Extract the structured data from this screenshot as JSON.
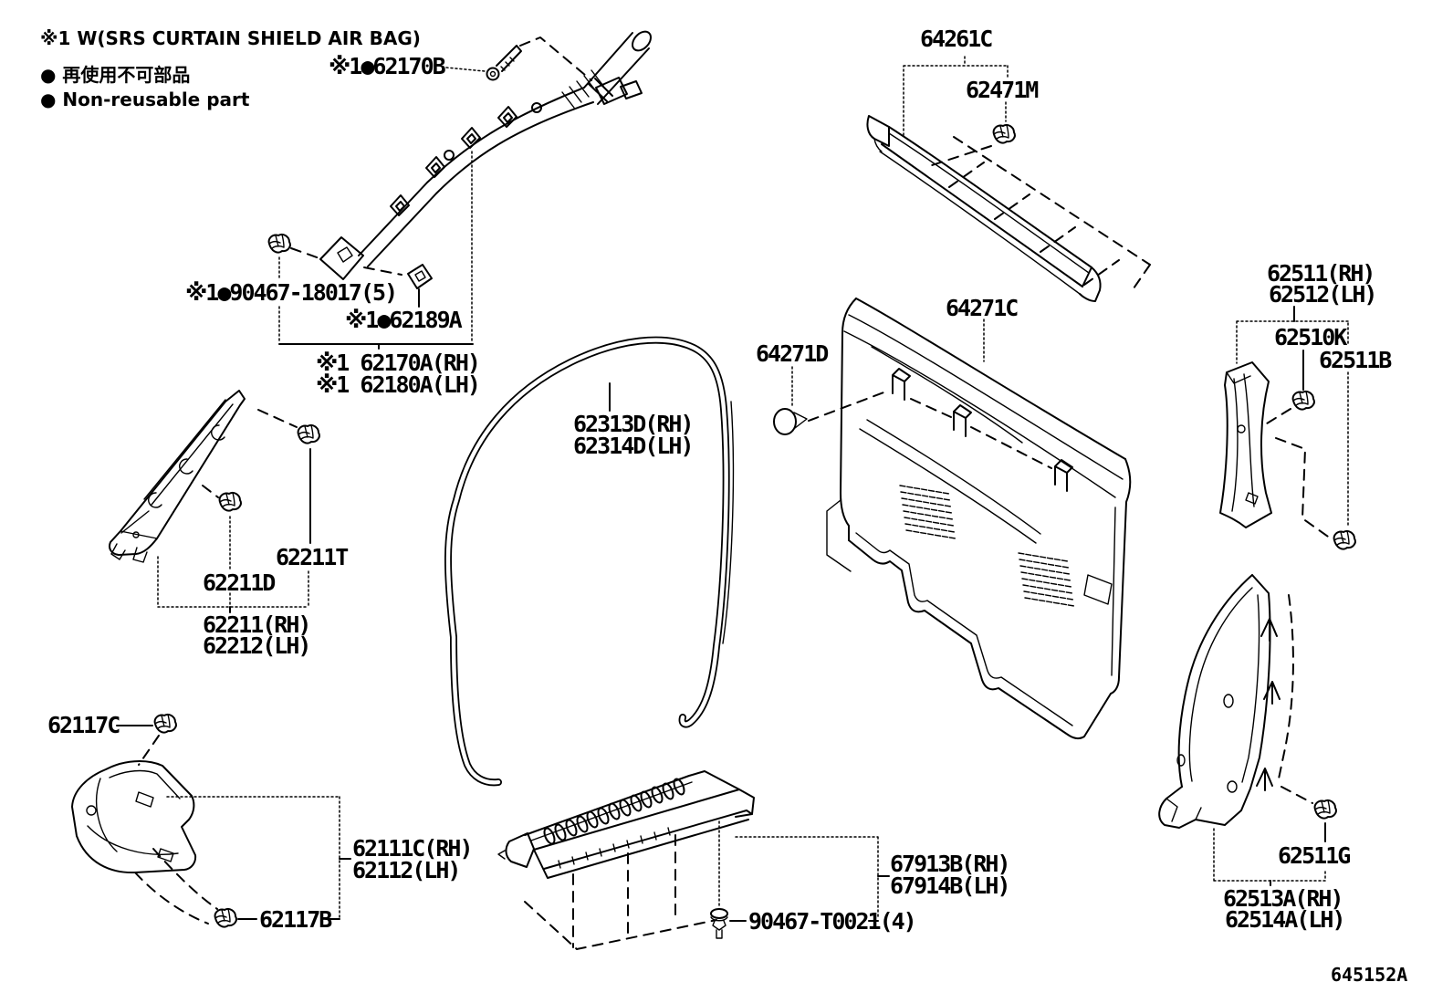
{
  "legend": {
    "airbag_note": "※1 W(SRS CURTAIN SHIELD AIR BAG)",
    "nonreusable_jp": "● 再使用不可部品",
    "nonreusable_en": "● Non-reusable part"
  },
  "diagram_code": "645152A",
  "parts": {
    "curtain_airbag_screw": "※1●62170B",
    "curtain_airbag_clip": "※1●90467-18017(5)",
    "curtain_airbag_bracket": "※1●62189A",
    "curtain_airbag_rh": "※1 62170A(RH)",
    "curtain_airbag_lh": "※1 62180A(LH)",
    "windshield_pillar_clip_upper": "62211T",
    "windshield_pillar_clip_lower": "62211D",
    "windshield_pillar_garnish_rh": "62211(RH)",
    "windshield_pillar_garnish_lh": "62212(LH)",
    "cowl_trim_clip_upper": "62117C",
    "cowl_side_trim_rh": "62111C(RH)",
    "cowl_side_trim_lh": "62112(LH)",
    "cowl_trim_clip_lower": "62117B",
    "door_weatherstrip_rh": "62313D(RH)",
    "door_weatherstrip_lh": "62314D(LH)",
    "rear_sill_scuff_plate": "64261C",
    "rear_sill_clip": "62471M",
    "back_panel_grommet": "64271D",
    "back_panel_trim": "64271C",
    "center_pillar_garnish_rh": "62511(RH)",
    "center_pillar_garnish_lh": "62512(LH)",
    "center_pillar_clip": "62510K",
    "center_pillar_clip_lower": "62511B",
    "quarter_trim_clip": "62511G",
    "quarter_pillar_garnish_rh": "62513A(RH)",
    "quarter_pillar_garnish_lh": "62514A(LH)",
    "door_scuff_plate_rh": "67913B(RH)",
    "door_scuff_plate_lh": "67914B(LH)",
    "scuff_plate_clip": "90467-T0021(4)"
  }
}
